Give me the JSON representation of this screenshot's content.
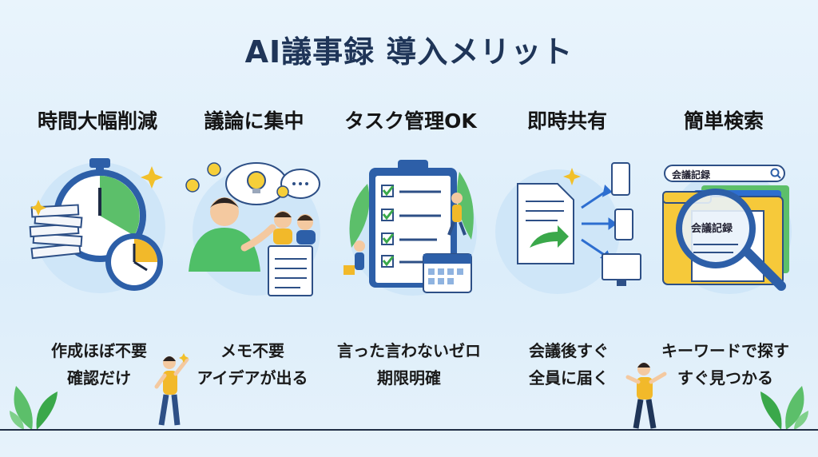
{
  "title": "AI議事録 導入メリット",
  "columns": [
    {
      "heading": "時間大幅削減",
      "lines": [
        "作成ほぼ不要",
        "確認だけ"
      ],
      "icon": "stopwatch-documents-icon"
    },
    {
      "heading": "議論に集中",
      "lines": [
        "メモ不要",
        "アイデアが出る"
      ],
      "icon": "person-idea-icon"
    },
    {
      "heading": "タスク管理OK",
      "lines": [
        "言った言わないゼロ",
        "期限明確"
      ],
      "icon": "clipboard-checklist-icon"
    },
    {
      "heading": "即時共有",
      "lines": [
        "会議後すぐ",
        "全員に届く"
      ],
      "icon": "document-share-devices-icon"
    },
    {
      "heading": "簡単検索",
      "lines": [
        "キーワードで探す",
        "すぐ見つかる"
      ],
      "icon": "magnifier-folder-icon"
    }
  ],
  "search": {
    "bar_text": "会議記録",
    "lens_text": "会議記録"
  },
  "colors": {
    "title": "#1f3558",
    "accent_blue": "#2d5fa8",
    "accent_green": "#3aa84a",
    "accent_yellow": "#f2b92a"
  }
}
